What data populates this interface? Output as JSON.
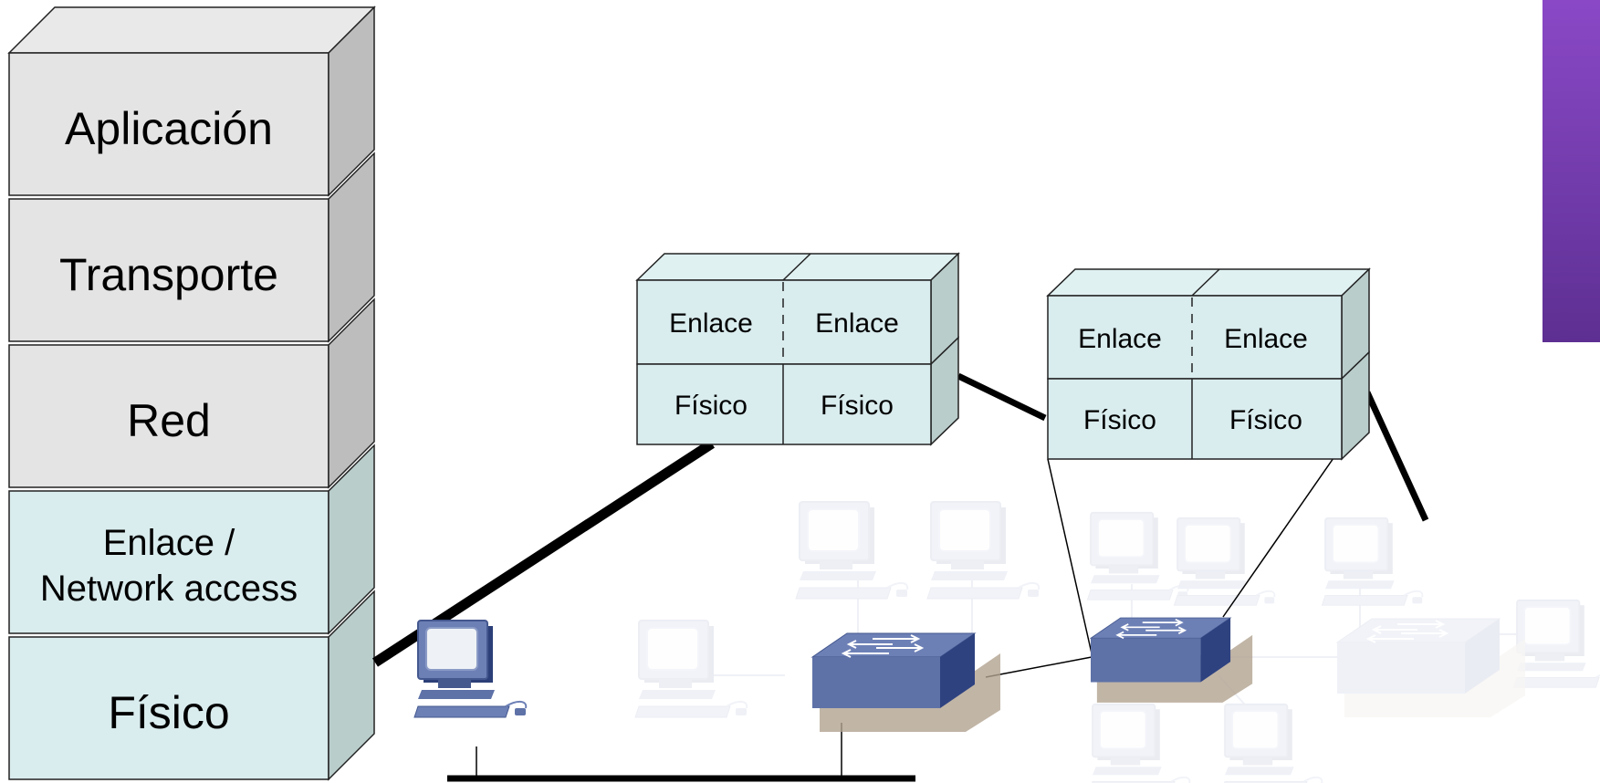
{
  "stack": {
    "layers": [
      {
        "id": "aplicacion",
        "lines": [
          "Aplicación"
        ]
      },
      {
        "id": "transporte",
        "lines": [
          "Transporte"
        ]
      },
      {
        "id": "red",
        "lines": [
          "Red"
        ]
      },
      {
        "id": "enlace",
        "lines": [
          "Enlace /",
          "Network access"
        ]
      },
      {
        "id": "fisico",
        "lines": [
          "Físico"
        ]
      }
    ]
  },
  "switch_stacks": [
    {
      "id": "left",
      "cells": [
        "Enlace",
        "Enlace",
        "Físico",
        "Físico"
      ]
    },
    {
      "id": "right",
      "cells": [
        "Enlace",
        "Enlace",
        "Físico",
        "Físico"
      ]
    }
  ],
  "colors": {
    "upper_layer_fill": "#e4e4e4",
    "lower_layer_fill": "#d9ecee",
    "device_blue": "#5e72a8",
    "accent_purple": "#7a3fb8"
  },
  "icons": [
    "computer-icon",
    "switch-icon"
  ]
}
